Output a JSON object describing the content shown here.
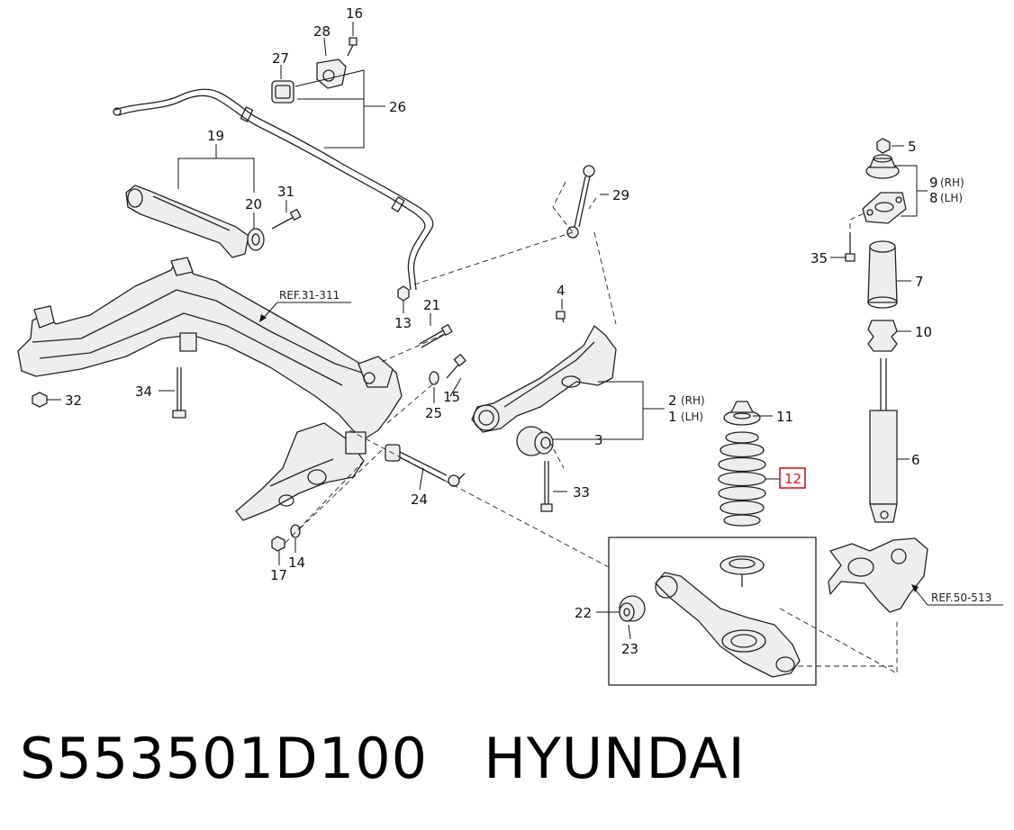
{
  "caption": {
    "part_number": "S553501D100",
    "brand": "HYUNDAI",
    "text": "S553501D100   HYUNDAI"
  },
  "callouts": {
    "c1": "1",
    "c2": "2",
    "c3": "3",
    "c4": "4",
    "c5": "5",
    "c6": "6",
    "c7": "7",
    "c8": "8",
    "c9": "9",
    "c10": "10",
    "c11": "11",
    "c12": "12",
    "c13": "13",
    "c14": "14",
    "c15": "15",
    "c16": "16",
    "c17": "17",
    "c19": "19",
    "c20": "20",
    "c21": "21",
    "c22": "22",
    "c23": "23",
    "c24": "24",
    "c25": "25",
    "c26": "26",
    "c27": "27",
    "c28": "28",
    "c29": "29",
    "c31": "31",
    "c32": "32",
    "c33": "33",
    "c34": "34",
    "c35": "35"
  },
  "side_labels": {
    "rh": "(RH)",
    "lh": "(LH)"
  },
  "references": {
    "crossmember": "REF.31-311",
    "knuckle": "REF.50-513"
  },
  "highlight": {
    "part": "12",
    "color": "#d11a1a"
  }
}
